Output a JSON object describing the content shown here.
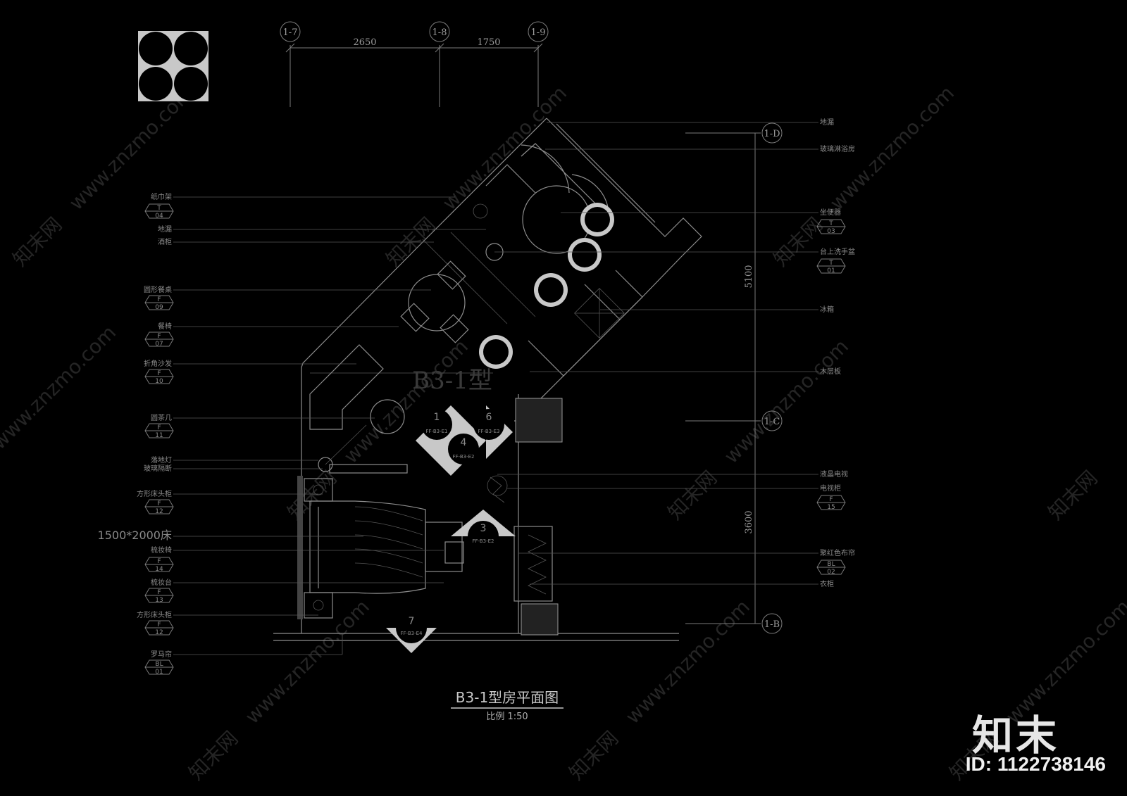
{
  "grid_top": [
    {
      "label": "1-7"
    },
    {
      "label": "1-8"
    },
    {
      "label": "1-9"
    }
  ],
  "dims_top": [
    "2650",
    "1750"
  ],
  "grid_right": [
    {
      "label": "1-D"
    },
    {
      "label": "1-C"
    },
    {
      "label": "1-B"
    }
  ],
  "dims_right": [
    "5100",
    "3600"
  ],
  "left_labels": [
    {
      "text": "纸巾架",
      "code": "T",
      "num": "04"
    },
    {
      "text": "地漏",
      "code": "",
      "num": ""
    },
    {
      "text": "酒柜",
      "code": "",
      "num": ""
    },
    {
      "text": "圆形餐桌",
      "code": "F",
      "num": "09"
    },
    {
      "text": "餐椅",
      "code": "F",
      "num": "07"
    },
    {
      "text": "折角沙发",
      "code": "F",
      "num": "10"
    },
    {
      "text": "圆茶几",
      "code": "F",
      "num": "11"
    },
    {
      "text": "落地灯",
      "code": "",
      "num": ""
    },
    {
      "text": "玻璃隔断",
      "code": "",
      "num": ""
    },
    {
      "text": "方形床头柜",
      "code": "F",
      "num": "12"
    },
    {
      "text": "1500*2000床",
      "code": "",
      "num": ""
    },
    {
      "text": "梳妆椅",
      "code": "F",
      "num": "14"
    },
    {
      "text": "梳妆台",
      "code": "F",
      "num": "13"
    },
    {
      "text": "方形床头柜",
      "code": "F",
      "num": "12"
    },
    {
      "text": "罗马帘",
      "code": "BL",
      "num": "01"
    }
  ],
  "right_labels": [
    {
      "text": "地漏",
      "code": "",
      "num": ""
    },
    {
      "text": "玻璃淋浴房",
      "code": "",
      "num": ""
    },
    {
      "text": "坐便器",
      "code": "T",
      "num": "03"
    },
    {
      "text": "台上洗手盆",
      "code": "T",
      "num": "01"
    },
    {
      "text": "冰箱",
      "code": "",
      "num": ""
    },
    {
      "text": "木层板",
      "code": "",
      "num": ""
    },
    {
      "text": "液晶电视",
      "code": "",
      "num": ""
    },
    {
      "text": "电视柜",
      "code": "F",
      "num": "15"
    },
    {
      "text": "聚红色布帘",
      "code": "BL",
      "num": "02"
    },
    {
      "text": "衣柜",
      "code": "",
      "num": ""
    }
  ],
  "room_label": "B3-1型",
  "elevation_tags": [
    {
      "num": "1",
      "code": "FF-B3-E1"
    },
    {
      "num": "6",
      "code": "FF-B3-E3"
    },
    {
      "num": "4",
      "code": "FF-B3-E2"
    },
    {
      "num": "3",
      "code": "FF-B3-E2"
    },
    {
      "num": "7",
      "code": "FF-B3-E4"
    }
  ],
  "title": "B3-1型房平面图",
  "scale": "比例   1:50",
  "watermark": "www.znzmo.com",
  "watermark_cn": "知末网",
  "brand": "知末",
  "id_text": "ID: 1122738146",
  "colors": {
    "background": "#000000",
    "lines": "#8c8c8c",
    "text": "#9a9a9a",
    "fill": "#c8c8c8"
  }
}
